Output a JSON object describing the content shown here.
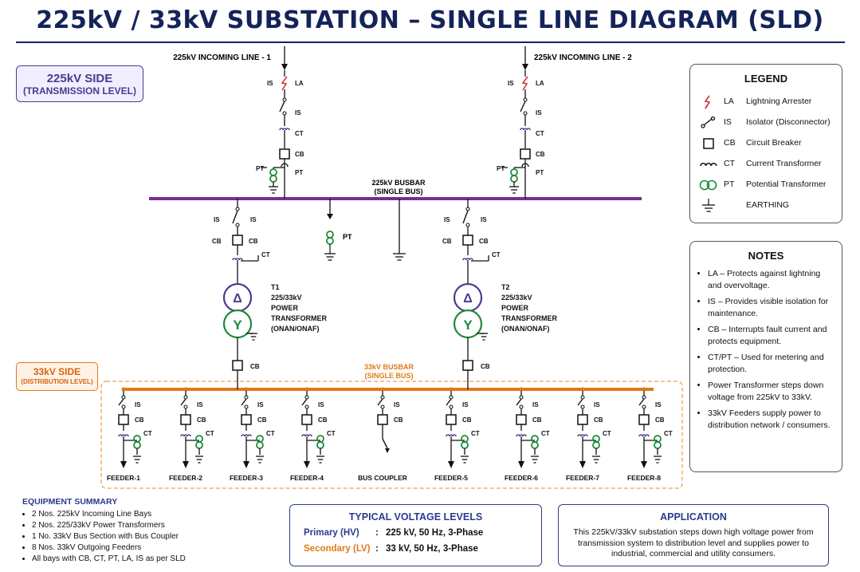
{
  "title": "225kV / 33kV SUBSTATION – SINGLE LINE DIAGRAM (SLD)",
  "hv_side": {
    "label": "225kV SIDE",
    "sub": "(TRANSMISSION LEVEL)"
  },
  "lv_side": {
    "label": "33kV SIDE",
    "sub": "(DISTRIBUTION LEVEL)"
  },
  "incoming": {
    "line1": "225kV INCOMING LINE - 1",
    "line2": "225kV INCOMING LINE - 2"
  },
  "hv_busbar": {
    "label": "225kV BUSBAR",
    "sub": "(SINGLE BUS)"
  },
  "lv_busbar": {
    "label": "33kV BUSBAR",
    "sub": "(SINGLE BUS)"
  },
  "abbr": {
    "la": "LA",
    "is": "IS",
    "ct": "CT",
    "cb": "CB",
    "pt": "PT"
  },
  "transformers": [
    {
      "name": "T1",
      "rating": "225/33kV",
      "line2": "POWER",
      "line3": "TRANSFORMER",
      "cooling": "(ONAN/ONAF)"
    },
    {
      "name": "T2",
      "rating": "225/33kV",
      "line2": "POWER",
      "line3": "TRANSFORMER",
      "cooling": "(ONAN/ONAF)"
    }
  ],
  "winding_symbols": {
    "delta": "Δ",
    "star": "Y"
  },
  "feeders": [
    "FEEDER-1",
    "FEEDER-2",
    "FEEDER-3",
    "FEEDER-4",
    "BUS COUPLER",
    "FEEDER-5",
    "FEEDER-6",
    "FEEDER-7",
    "FEEDER-8"
  ],
  "legend": {
    "title": "LEGEND",
    "items": [
      {
        "abbr": "LA",
        "name": "Lightning Arrester",
        "icon": "lightning-arrester-icon"
      },
      {
        "abbr": "IS",
        "name": "Isolator (Disconnector)",
        "icon": "isolator-icon"
      },
      {
        "abbr": "CB",
        "name": "Circuit Breaker",
        "icon": "circuit-breaker-icon"
      },
      {
        "abbr": "CT",
        "name": "Current Transformer",
        "icon": "current-transformer-icon"
      },
      {
        "abbr": "PT",
        "name": "Potential Transformer",
        "icon": "potential-transformer-icon"
      },
      {
        "abbr": "",
        "name": "EARTHING",
        "icon": "earthing-icon"
      }
    ]
  },
  "notes": {
    "title": "NOTES",
    "items": [
      "LA – Protects against lightning and overvoltage.",
      "IS – Provides visible isolation for maintenance.",
      "CB – Interrupts fault current and protects equipment.",
      "CT/PT – Used for metering and protection.",
      "Power Transformer steps down voltage from 225kV to 33kV.",
      "33kV Feeders supply power to distribution network / consumers."
    ]
  },
  "equipment_summary": {
    "title": "EQUIPMENT SUMMARY",
    "items": [
      "2 Nos. 225kV Incoming Line Bays",
      "2 Nos. 225/33kV Power Transformers",
      "1 No. 33kV Bus Section with Bus Coupler",
      "8 Nos. 33kV Outgoing Feeders",
      "All bays with CB, CT, PT, LA, IS as per SLD"
    ]
  },
  "voltage_levels": {
    "title": "TYPICAL VOLTAGE LEVELS",
    "primary_label": "Primary (HV)",
    "primary_value": "225 kV, 50 Hz, 3-Phase",
    "secondary_label": "Secondary (LV)",
    "secondary_value": "33 kV, 50 Hz, 3-Phase",
    "separator": ":"
  },
  "application": {
    "title": "APPLICATION",
    "text": "This 225kV/33kV substation steps down high voltage power from transmission system to distribution level and supplies power to industrial, commercial and utility consumers."
  },
  "colors": {
    "title": "#14245a",
    "hv_bus": "#7b2c8f",
    "lv_bus": "#e07a1a",
    "ct": "#5b3fa0",
    "pt": "#1f8a3a",
    "la": "#d0302a",
    "transformer_primary": "#4a3b8f",
    "transformer_secondary": "#1f8a3a"
  }
}
